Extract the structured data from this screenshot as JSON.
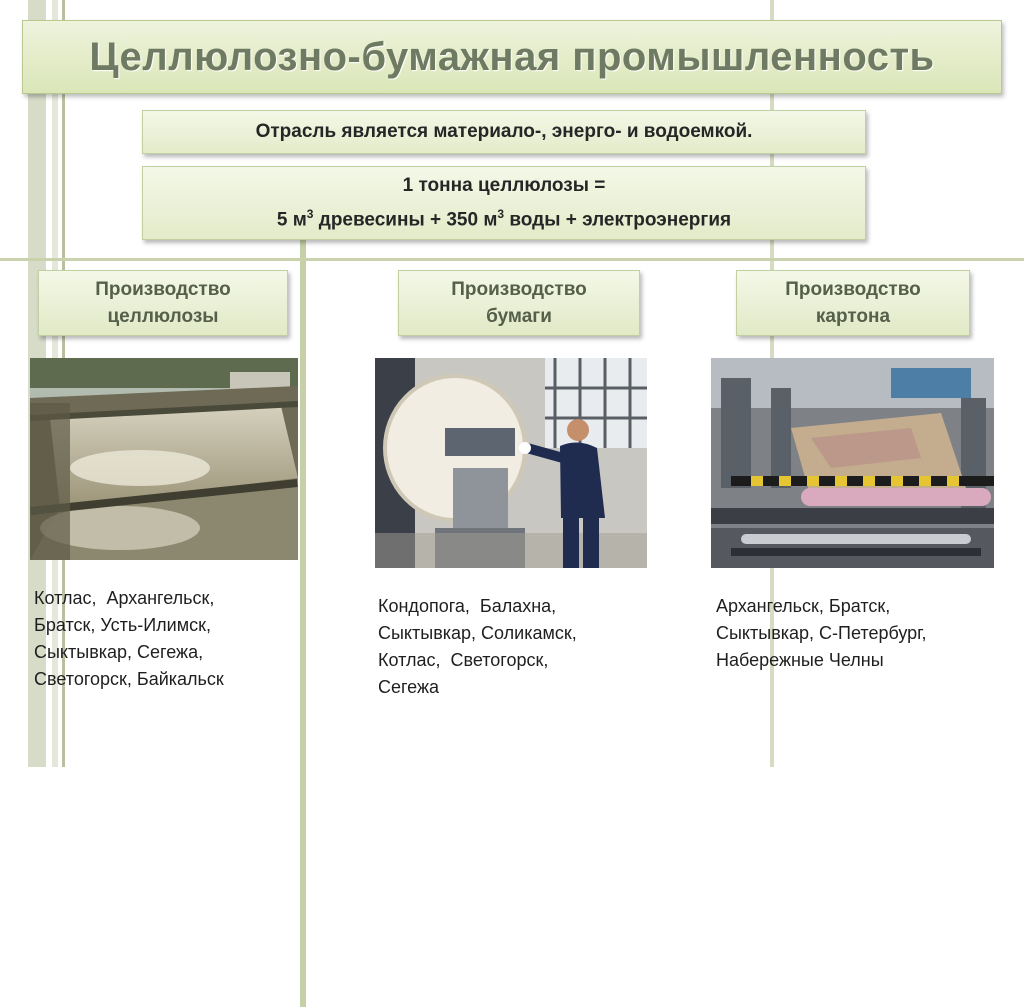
{
  "title": "Целлюлозно-бумажная промышленность",
  "info": {
    "line1": "Отрасль является материало-, энерго- и водоемкой.",
    "formula_top": "1 тонна целлюлозы =",
    "formula_bottom_a": "5 м",
    "formula_sup_a": "3",
    "formula_bottom_b": " древесины + 350 м",
    "formula_sup_b": "3",
    "formula_bottom_c": " воды + электроэнергия"
  },
  "categories": [
    {
      "label_1": "Производство",
      "label_2": "целлюлозы",
      "cities": "Котлас,  Архангельск,\nБратск, Усть-Илимск,\nСыктывкар, Сегежа,\nСветогорск, Байкальск"
    },
    {
      "label_1": "Производство",
      "label_2": "бумаги",
      "cities": "Кондопога,  Балахна,\nСыктывкар, Соликамск,\nКотлас,  Светогорск,\nСегежа"
    },
    {
      "label_1": "Производство",
      "label_2": "картона",
      "cities": "Архангельск, Братск,\nСыктывкар, С-Петербург,\nНабережные Челны"
    }
  ],
  "colors": {
    "accent_green": "#dbe6b8",
    "title_text": "#6f7a63",
    "category_text": "#555f4a"
  }
}
